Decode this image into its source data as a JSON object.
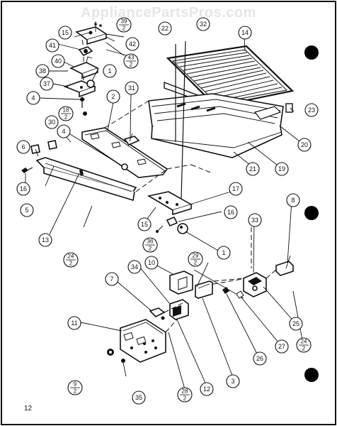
{
  "watermark": "AppliancePartsPros.com",
  "page_number": "12",
  "callouts": {
    "c1a": "1",
    "c1b": "1",
    "c2": "2",
    "c3": "3",
    "c4a": "4",
    "c4b": "4",
    "c5": "5",
    "c6": "6",
    "c7": "7",
    "c8": "8",
    "c9": {
      "top": "9",
      "bottom": "2"
    },
    "c10": "10",
    "c11": "11",
    "c12": "12",
    "c13": "13",
    "c14": "14",
    "c15a": "15",
    "c15b": "15",
    "c16a": "16",
    "c16b": "16",
    "c17": "17",
    "c18": {
      "top": "18",
      "bottom": "2"
    },
    "c19": "19",
    "c20": "20",
    "c21": "21",
    "c22": "22",
    "c23": "23",
    "c24a": {
      "top": "24",
      "bottom": "2"
    },
    "c24b": {
      "top": "24",
      "bottom": "2"
    },
    "c25": "25",
    "c26": "26",
    "c27": "27",
    "c28": {
      "top": "28",
      "bottom": "2"
    },
    "c29": {
      "top": "29",
      "bottom": "2"
    },
    "c30": "30",
    "c31": "31",
    "c32": "32",
    "c33": "33",
    "c34": "34",
    "c35": "35",
    "c36": {
      "top": "36",
      "bottom": "2"
    },
    "c37": "37",
    "c38": "38",
    "c39": {
      "top": "39",
      "bottom": "2"
    },
    "c40": "40",
    "c41": "41",
    "c42": "42",
    "c43": {
      "top": "43",
      "bottom": "2"
    }
  }
}
